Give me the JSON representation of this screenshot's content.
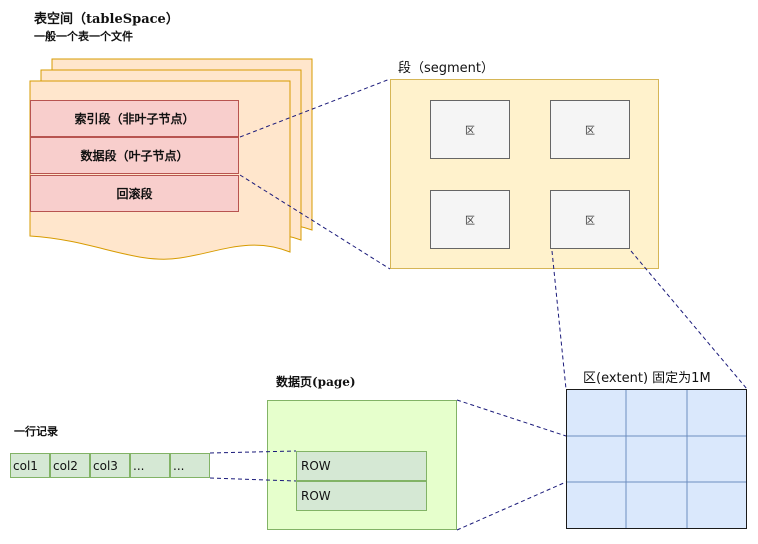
{
  "tablespace": {
    "title": "表空间（tableSpace）",
    "subtitle": "一般一个表一个文件",
    "segments": [
      "索引段（非叶子节点）",
      "数据段（叶子节点）",
      "回滚段"
    ]
  },
  "segment": {
    "title": "段（segment）",
    "extents": [
      "区",
      "区",
      "区",
      "区"
    ]
  },
  "extent": {
    "title": "区(extent) 固定为1M"
  },
  "page": {
    "title": "数据页(page)",
    "rows": [
      "ROW",
      "ROW"
    ]
  },
  "record": {
    "title": "一行记录",
    "cols": [
      "col1",
      "col2",
      "col3",
      "...",
      "..."
    ]
  }
}
